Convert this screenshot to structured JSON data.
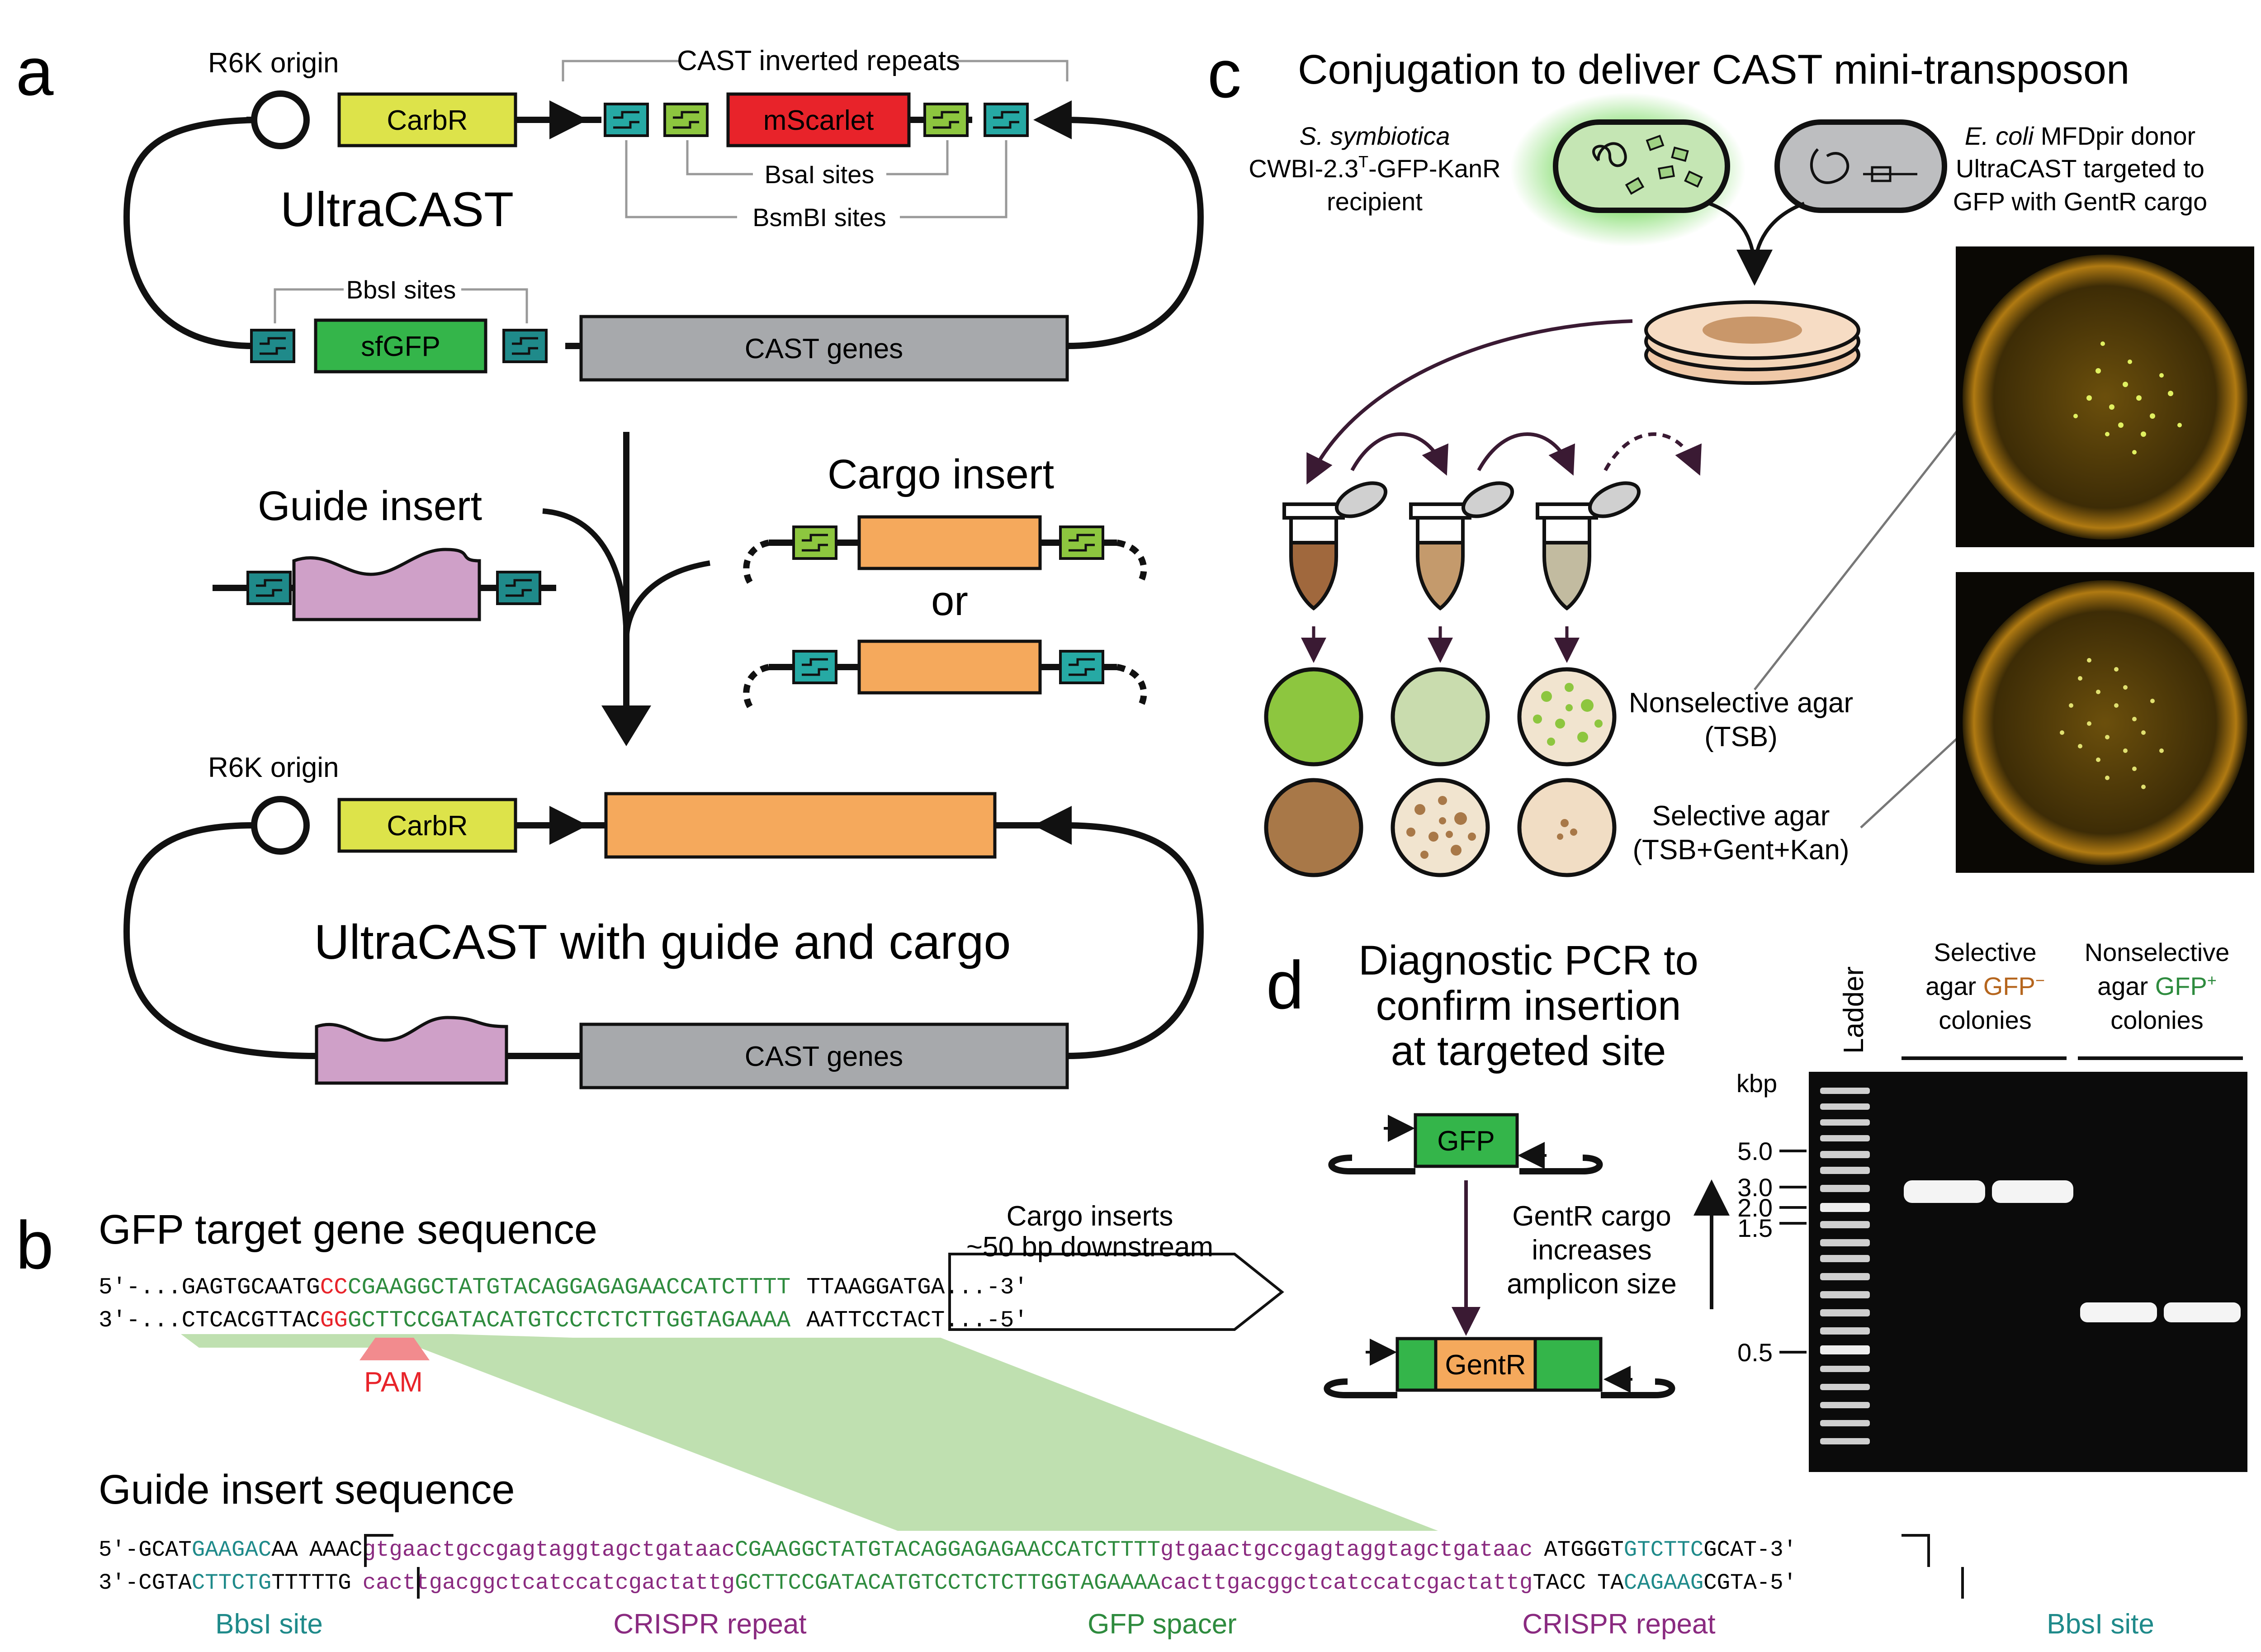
{
  "panels": {
    "a": "a",
    "b": "b",
    "c": "c",
    "d": "d"
  },
  "a": {
    "r6k_top": "R6K origin",
    "carbr_top": "CarbR",
    "inverted_repeats": "CAST inverted repeats",
    "mscarlet": "mScarlet",
    "bsai": "BsaI sites",
    "bsmbi": "BsmBI sites",
    "title_top": "UltraCAST",
    "bbsi": "BbsI sites",
    "sfgfp": "sfGFP",
    "cast_genes_top": "CAST genes",
    "guide_insert": "Guide insert",
    "cargo_insert": "Cargo insert",
    "or": "or",
    "r6k_bottom": "R6K origin",
    "carbr_bottom": "CarbR",
    "title_bottom": "UltraCAST with guide and cargo",
    "cast_genes_bottom": "CAST genes"
  },
  "b": {
    "title": "GFP target gene sequence",
    "cargo_note_1": "Cargo inserts",
    "cargo_note_2": "~50 bp downstream",
    "top_strand": {
      "prefix": "5′-...GAGTGCAATG",
      "pam": "CC",
      "target": "CGAAGGCTATGTACAGGAGAGAACCATCTTTT",
      "box": "TTAAGGATGA...-3′"
    },
    "bottom_strand": {
      "prefix": "3′-...CTCACGTTAC",
      "pam": "GG",
      "target": "GCTTCCGATACATGTCCTCTCTTGGTAGAAAA",
      "box": "AATTCCTACT...-5′"
    },
    "pam_label": "PAM",
    "guide_title": "Guide insert sequence",
    "guide_top": {
      "s1": "5′-GCAT",
      "bbsi_left": "GAAGAC",
      "s2": "AA",
      "overhang_left": "AAAC",
      "repeat1": "gtgaactgccgagtaggtagctgataac",
      "spacer": "CGAAGGCTATGTACAGGAGAGAACCATCTTTT",
      "repeat2": "gtgaactgccgagtaggtagctgataac",
      "overhang_right": "ATGG",
      "s3": "GT",
      "bbsi_right": "GTCTTC",
      "s4": "GCAT-3′"
    },
    "guide_bottom": {
      "s1": "3′-CGTA",
      "bbsi_left": "CTTCTG",
      "s2": "TTTTTG",
      "repeat1": "cacttgacggctcatccatcgactattg",
      "spacer": "GCTTCCGATACATGTCCTCTCTTGGTAGAAAA",
      "repeat2": "cacttgacggctcatccatcgactattg",
      "s3": "TACC",
      "s4": "TA",
      "bbsi_right": "CAGAAG",
      "s5": "CGTA-5′"
    },
    "labels": {
      "bbsi_left": "BbsI site",
      "repeat_left": "CRISPR repeat",
      "spacer": "GFP spacer",
      "repeat_right": "CRISPR repeat",
      "bbsi_right": "BbsI site"
    }
  },
  "c": {
    "title": "Conjugation to deliver CAST mini-transposon",
    "recipient_1": "S. symbiotica",
    "recipient_2_pre": "CWBI-2.3",
    "recipient_2_sup": "T",
    "recipient_2_post": "-GFP-KanR",
    "recipient_3": "recipient",
    "donor_1_italic": "E. coli",
    "donor_1_rest": " MFDpir donor",
    "donor_2": "UltraCAST targeted to",
    "donor_3": "GFP with GentR cargo",
    "nonselective_1": "Nonselective agar",
    "nonselective_2": "(TSB)",
    "selective_1": "Selective agar",
    "selective_2": "(TSB+Gent+Kan)"
  },
  "d": {
    "title_1": "Diagnostic PCR to",
    "title_2": "confirm insertion",
    "title_3": "at targeted site",
    "gfp": "GFP",
    "gentr": "GentR",
    "arrow_note_1": "GentR cargo",
    "arrow_note_2": "increases",
    "arrow_note_3": "amplicon size",
    "ladder": "Ladder",
    "selective_1": "Selective",
    "selective_2_pre": "agar ",
    "selective_2_gfp": "GFP",
    "selective_2_sup": "−",
    "selective_3": "colonies",
    "nonselective_1": "Nonselective",
    "nonselective_2_pre": "agar ",
    "nonselective_2_gfp": "GFP",
    "nonselective_2_sup": "+",
    "nonselective_3": "colonies",
    "kbp": "kbp",
    "ladder_ticks": [
      "5.0",
      "3.0",
      "2.0",
      "1.5",
      "0.5"
    ]
  },
  "colors": {
    "carbr": "#dde34a",
    "mscarlet": "#e8232a",
    "sfgfp": "#34b54a",
    "cast": "#a7a9ac",
    "cargo": "#f5a95c",
    "guide": "#cfa0c8",
    "teal_site": "#26a9a4",
    "green_site": "#8dc63f",
    "dark_teal": "#1f8a8a",
    "seq_teal": "#1f8a8a",
    "seq_purple": "#8a2a80",
    "seq_green": "#2e8b3e",
    "pam": "#e8232a",
    "highlight": "#bfe0b0"
  }
}
